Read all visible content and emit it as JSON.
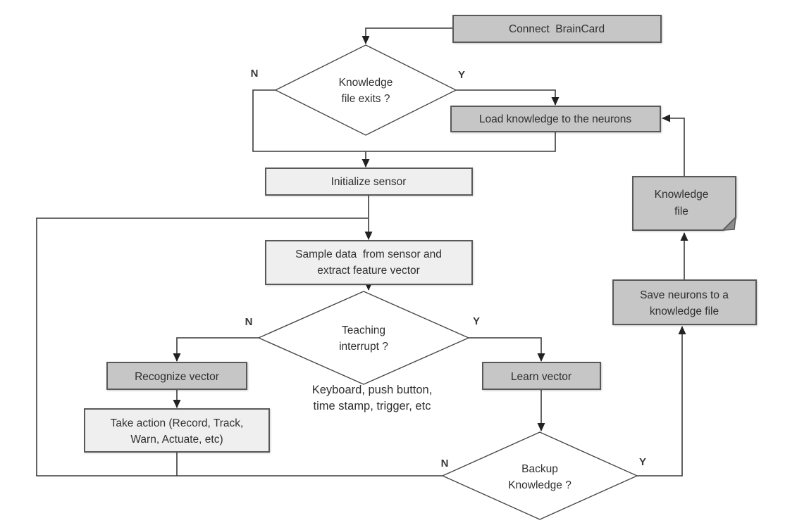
{
  "colors": {
    "process_fill_dark": "#c6c6c6",
    "process_fill_light": "#efefef",
    "decision_fill": "#ffffff",
    "shape_border": "#595959",
    "connector_line": "#3a3a3a",
    "text": "#2f2f2f",
    "background": "#ffffff"
  },
  "nodes": {
    "connect_braincard": {
      "label": "Connect  BrainCard"
    },
    "knowledge_file_exists": {
      "line1": "Knowledge",
      "line2": "file exits ?"
    },
    "load_knowledge": {
      "label": "Load knowledge to the neurons"
    },
    "initialize_sensor": {
      "label": "Initialize sensor"
    },
    "sample_data": {
      "line1": "Sample data  from sensor and",
      "line2": "extract feature vector"
    },
    "teaching_interrupt": {
      "line1": "Teaching",
      "line2": "interrupt ?"
    },
    "recognize_vector": {
      "label": "Recognize vector"
    },
    "take_action": {
      "line1": "Take action (Record, Track,",
      "line2": "Warn, Actuate, etc)"
    },
    "learn_vector": {
      "label": "Learn vector"
    },
    "backup_knowledge": {
      "line1": "Backup",
      "line2": "Knowledge ?"
    },
    "save_neurons": {
      "line1": "Save neurons to a",
      "line2": "knowledge file"
    },
    "knowledge_file_doc": {
      "line1": "Knowledge",
      "line2": "file"
    }
  },
  "branch_labels": {
    "knowledge_file_exists_no": "N",
    "knowledge_file_exists_yes": "Y",
    "teaching_interrupt_no": "N",
    "teaching_interrupt_yes": "Y",
    "backup_knowledge_no": "N",
    "backup_knowledge_yes": "Y"
  },
  "annotation": {
    "line1": "Keyboard, push button,",
    "line2": "time stamp, trigger, etc"
  }
}
